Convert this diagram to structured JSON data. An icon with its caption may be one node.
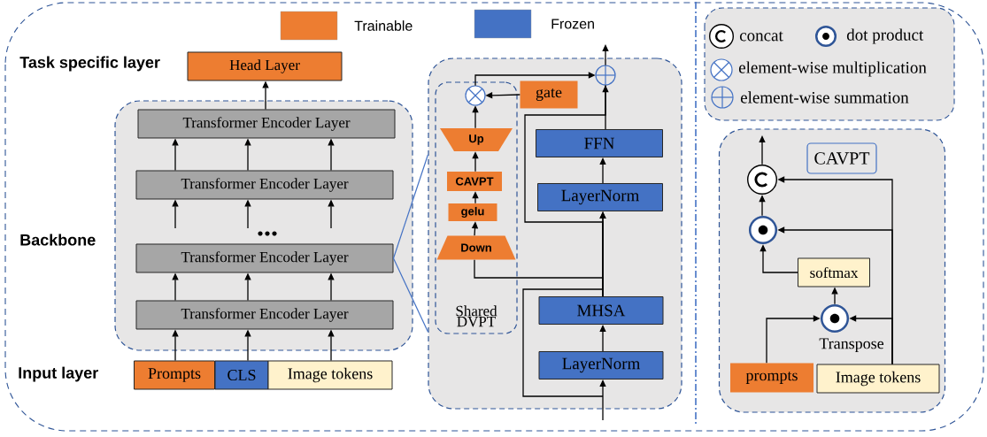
{
  "diagram": {
    "nodes": [
      {
        "text": [
          "Head Layer"
        ]
      },
      {
        "text": [],
        "shape": "box"
      },
      {
        "text": [
          "Transformer Encoder Layer"
        ],
        "in": 1
      },
      {
        "text": [
          "Transformer Encoder Layer"
        ],
        "in": 1
      },
      {
        "text": [
          "Transformer Encoder Layer"
        ],
        "in": 1
      },
      {
        "text": [
          "Transformer Encoder Layer"
        ],
        "in": 1
      },
      {
        "text": [
          "Prompts"
        ]
      },
      {
        "text": [
          "CLS"
        ]
      },
      {
        "text": [
          "Image tokens"
        ]
      },
      {
        "text": [],
        "shape": "box"
      },
      {
        "text": [
          "Shared DVPT"
        ],
        "in": 9
      },
      {
        "text": [],
        "shape": "circle",
        "in": 10
      },
      {
        "text": [
          "Up"
        ],
        "in": 10
      },
      {
        "text": [
          "CAVPT"
        ],
        "in": 10
      },
      {
        "text": [
          "gelu"
        ],
        "in": 10
      },
      {
        "text": [
          "Down"
        ],
        "in": 10
      },
      {
        "text": [
          "gate"
        ],
        "in": 9
      },
      {
        "text": [],
        "shape": "circle",
        "in": 9
      },
      {
        "text": [
          "FFN"
        ],
        "in": 9
      },
      {
        "text": [
          "LayerNorm"
        ],
        "in": 9
      },
      {
        "text": [
          "MHSA"
        ],
        "in": 9
      },
      {
        "text": [
          "LayerNorm"
        ],
        "in": 9
      },
      {
        "text": [],
        "shape": "box"
      },
      {
        "text": [
          "CAVPT"
        ],
        "in": 22
      },
      {
        "text": [],
        "shape": "circle",
        "in": 22
      },
      {
        "text": [],
        "shape": "circle",
        "in": 22
      },
      {
        "text": [
          "softmax"
        ],
        "in": 22
      },
      {
        "text": [],
        "shape": "circle",
        "in": 22,
        "beside": [
          "Transpose"
        ]
      },
      {
        "text": [
          "prompts"
        ],
        "in": 22
      },
      {
        "text": [
          "Image tokens"
        ],
        "in": 22
      }
    ],
    "edges": [
      {
        "from": 6,
        "to": 5,
        "arrow": "to"
      },
      {
        "from": 7,
        "to": 5,
        "arrow": "to"
      },
      {
        "from": 8,
        "to": 5,
        "arrow": "to"
      },
      {
        "from": 5,
        "to": 4,
        "arrow": "to"
      },
      {
        "from": 5,
        "to": 4,
        "arrow": "to"
      },
      {
        "from": 5,
        "to": 4,
        "arrow": "to"
      },
      {
        "from": null,
        "to": 3,
        "arrow": "to"
      },
      {
        "from": null,
        "to": 3,
        "arrow": "to"
      },
      {
        "from": null,
        "to": 3,
        "arrow": "to"
      },
      {
        "from": 3,
        "to": 2,
        "arrow": "to"
      },
      {
        "from": 3,
        "to": 2,
        "arrow": "to"
      },
      {
        "from": 3,
        "to": 2,
        "arrow": "to"
      },
      {
        "from": 2,
        "to": 0,
        "arrow": "to"
      },
      {
        "from": 4,
        "to": 9,
        "arrow": "none",
        "color": "#4472c4"
      },
      {
        "from": 4,
        "to": 9,
        "arrow": "none",
        "color": "#4472c4"
      },
      {
        "from": null,
        "to": 21,
        "arrow": "to"
      },
      {
        "from": 21,
        "to": 20,
        "arrow": "to"
      },
      {
        "from": 20,
        "to": 19,
        "arrow": "to"
      },
      {
        "from": 19,
        "to": 18,
        "arrow": "to"
      },
      {
        "from": 18,
        "to": 17,
        "arrow": "none"
      },
      {
        "from": 17,
        "to": null,
        "arrow": "to"
      },
      {
        "from": 20,
        "to": 15,
        "arrow": "none"
      },
      {
        "from": 15,
        "to": 14,
        "arrow": "to"
      },
      {
        "from": 14,
        "to": 13,
        "arrow": "to"
      },
      {
        "from": 13,
        "to": 12,
        "arrow": "to"
      },
      {
        "from": 12,
        "to": 11,
        "arrow": "to"
      },
      {
        "from": 16,
        "to": 11,
        "arrow": "to"
      },
      {
        "from": 11,
        "to": 17,
        "arrow": "to"
      },
      {
        "from": 28,
        "to": 27,
        "arrow": "to"
      },
      {
        "from": 29,
        "to": 27,
        "arrow": "to"
      },
      {
        "from": 29,
        "to": 25,
        "arrow": "to"
      },
      {
        "from": 29,
        "to": 24,
        "arrow": "to"
      },
      {
        "from": 27,
        "to": 26,
        "arrow": "to"
      },
      {
        "from": 26,
        "to": 25,
        "arrow": "to"
      },
      {
        "from": 25,
        "to": 24,
        "arrow": "to"
      },
      {
        "from": 24,
        "to": null,
        "arrow": "to"
      },
      {
        "from": null,
        "to": 19,
        "arrow": "to"
      },
      {
        "from": 20,
        "to": 17,
        "arrow": "to"
      }
    ],
    "labels": [
      "Task specific layer",
      "Backbone",
      "Input layer"
    ],
    "legend": [
      {
        "text": "Trainable",
        "color": "#ed7d31"
      },
      {
        "text": "Frozen",
        "color": "#4472c4"
      },
      {
        "text": "concat"
      },
      {
        "text": "dot product"
      },
      {
        "text": "element-wise multiplication"
      },
      {
        "text": "element-wise summation"
      }
    ]
  }
}
